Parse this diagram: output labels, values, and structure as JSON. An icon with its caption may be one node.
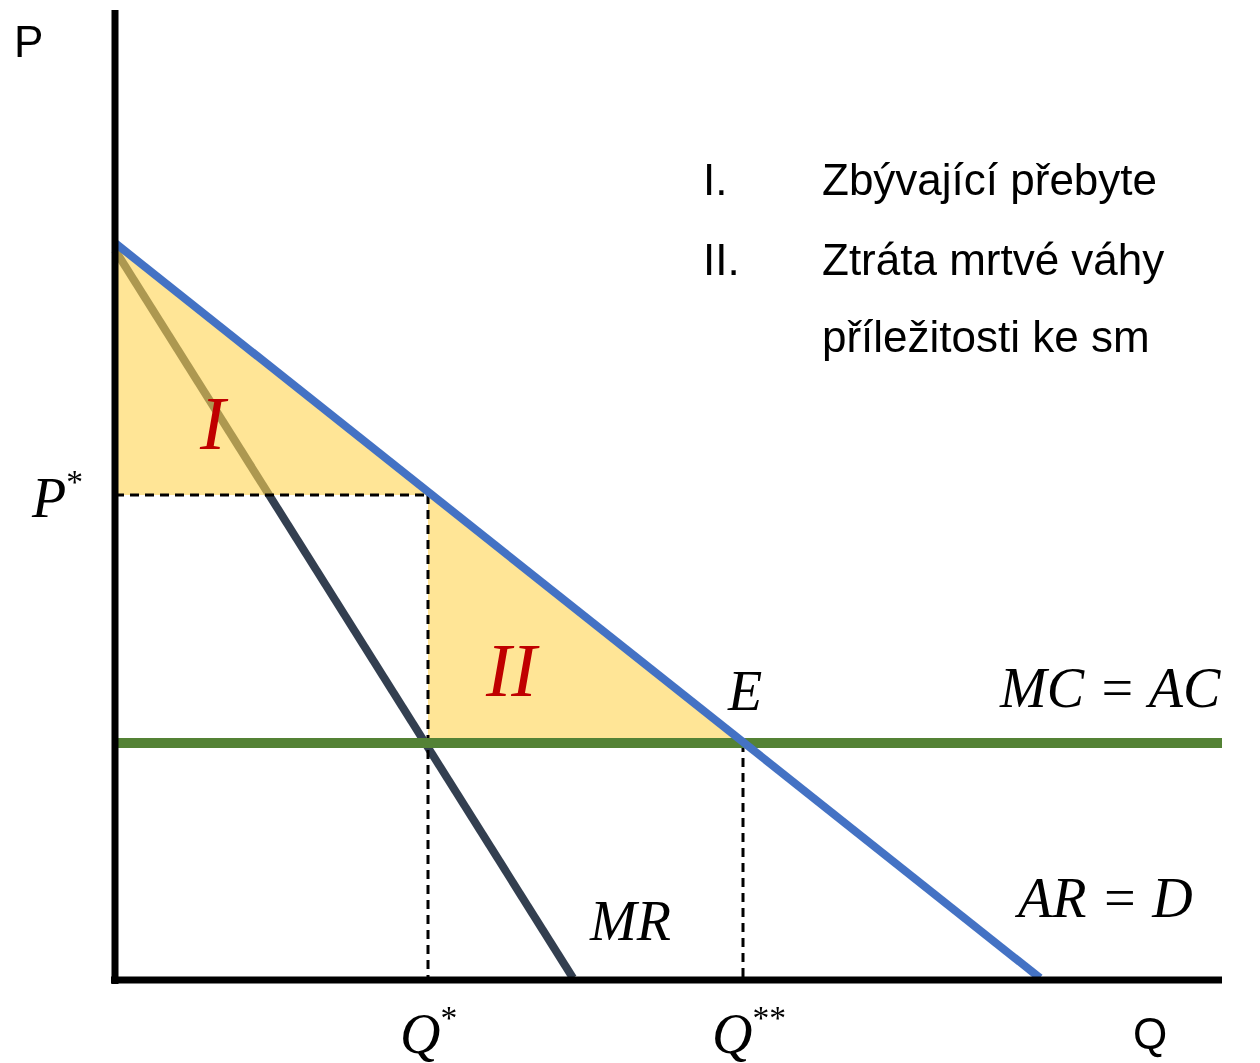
{
  "diagram": {
    "nodes": [
      {
        "text": [
          "I"
        ]
      },
      {
        "text": [
          "II"
        ]
      }
    ],
    "labels": [
      "P",
      "I.",
      "Zbývající přebyte",
      "II.",
      "Ztráta mrtvé váhy příležitosti ke sm",
      "P$^{*}$",
      "E",
      "MC = AC",
      "AR = D",
      "MR",
      "Q$^{*}$",
      "Q$^{**}$",
      "Q"
    ]
  }
}
